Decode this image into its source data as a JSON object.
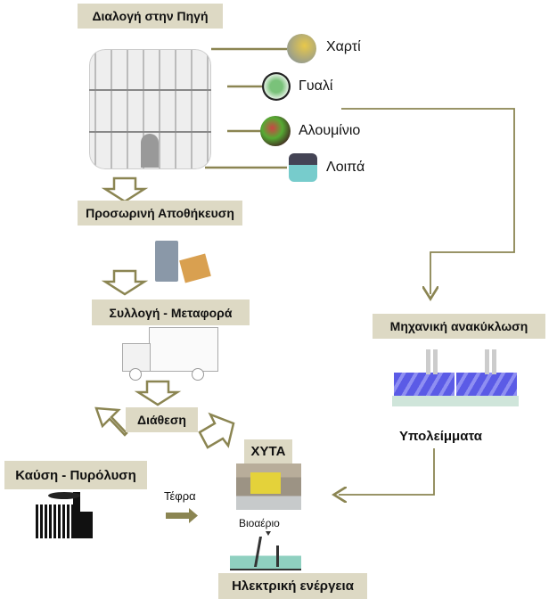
{
  "title": "Διαλογή στην Πηγή",
  "materials": [
    {
      "label": "Χαρτί",
      "icon": "paper-recycling-icon"
    },
    {
      "label": "Γυαλί",
      "icon": "glass-recycling-icon"
    },
    {
      "label": "Αλουμίνιο",
      "icon": "aluminium-cans-icon"
    },
    {
      "label": "Λοιπά",
      "icon": "other-waste-bin-icon"
    }
  ],
  "steps": {
    "storage": "Προσωρινή Αποθήκευση",
    "collection": "Συλλογή - Μεταφορά",
    "disposal": "Διάθεση",
    "incineration": "Καύση - Πυρόλυση",
    "landfill": "ΧΥΤΑ",
    "electricity": "Ηλεκτρική ενέργεια",
    "mechanical_recycling": "Μηχανική ανακύκλωση"
  },
  "annotations": {
    "ash": "Τέφρα",
    "biogas": "Βιοαέριο",
    "residues": "Υπολείμματα"
  },
  "colors": {
    "label_bg": "#ddd9c4",
    "connector": "#8b8552"
  }
}
